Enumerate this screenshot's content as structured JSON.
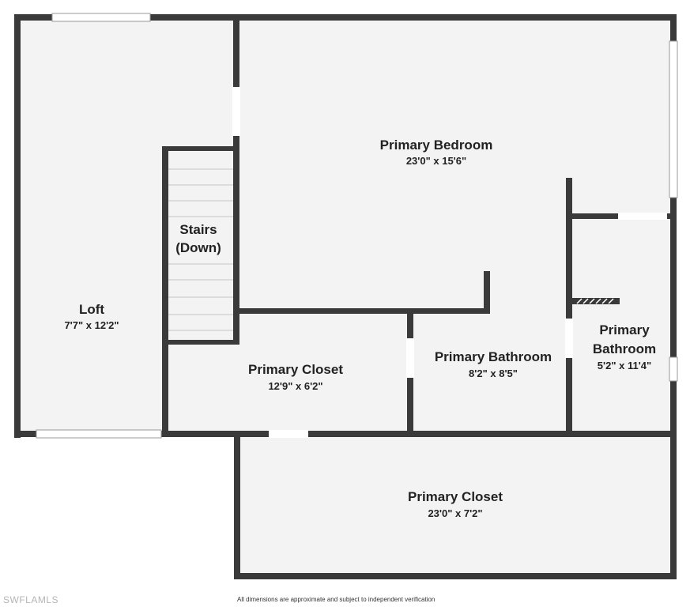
{
  "colors": {
    "wall": "#3a3a3a",
    "floor": "#f3f3f3",
    "opening": "#ffffff",
    "text": "#222222"
  },
  "rooms": [
    {
      "id": "loft",
      "name": "Loft",
      "dims": "7'7\" x 12'2\""
    },
    {
      "id": "stairs",
      "name_line1": "Stairs",
      "name_line2": "(Down)"
    },
    {
      "id": "primary-bedroom",
      "name": "Primary Bedroom",
      "dims": "23'0\" x 15'6\""
    },
    {
      "id": "primary-closet-upper",
      "name": "Primary Closet",
      "dims": "12'9\" x 6'2\""
    },
    {
      "id": "primary-bathroom-center",
      "name": "Primary Bathroom",
      "dims": "8'2\" x 8'5\""
    },
    {
      "id": "primary-bathroom-right",
      "name_line1": "Primary",
      "name_line2": "Bathroom",
      "dims": "5'2\" x 11'4\""
    },
    {
      "id": "primary-closet-lower",
      "name": "Primary Closet",
      "dims": "23'0\" x 7'2\""
    }
  ],
  "watermark": "SWFLAMLS",
  "disclaimer": "All dimensions are approximate and subject to independent verification"
}
